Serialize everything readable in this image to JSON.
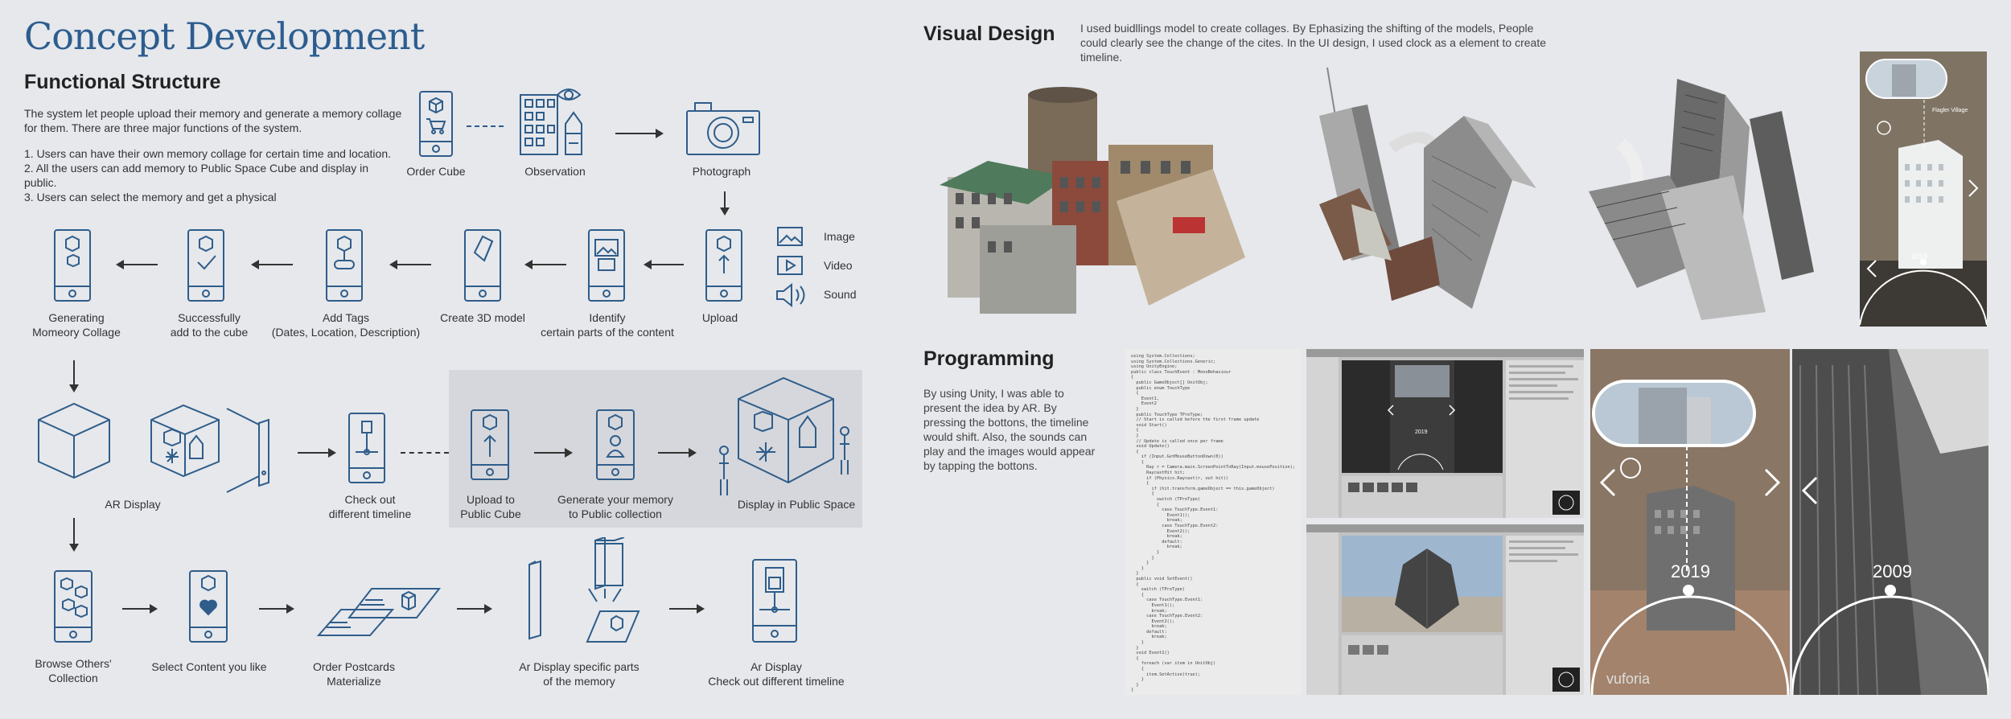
{
  "left": {
    "title": "Concept Development",
    "subtitle": "Functional Structure",
    "intro": "The system let people upload their memory and generate a memory collage for them. There are three major functions of the system.",
    "points": [
      "1. Users can have their own memory collage for certain time and location.",
      "2. All the users can add memory to Public Space Cube and display in public.",
      "3. Users can select the memory and get a physical"
    ],
    "row1": [
      "Order Cube",
      "Observation",
      "Photograph"
    ],
    "legend": [
      "Image",
      "Video",
      "Sound"
    ],
    "row2": [
      [
        "Generating",
        "Momeory Collage"
      ],
      [
        "Successfully",
        "add to the cube"
      ],
      [
        "Add Tags",
        "(Dates, Location, Description)"
      ],
      [
        "Create 3D model"
      ],
      [
        "Identify",
        "certain parts of the content"
      ],
      [
        "Upload"
      ]
    ],
    "row3": [
      [
        "AR Display"
      ],
      [
        "Check out",
        "different timeline"
      ],
      [
        "Upload to",
        "Public Cube"
      ],
      [
        "Generate your memory",
        "to Public collection"
      ],
      [
        "Display in Public Space"
      ]
    ],
    "row4": [
      [
        "Browse Others'",
        "Collection"
      ],
      [
        "Select Content you like"
      ],
      [
        "Order Postcards",
        "Materialize"
      ],
      [
        "Ar Display specific parts",
        "of the memory"
      ],
      [
        "Ar Display",
        "Check out different timeline"
      ]
    ]
  },
  "right": {
    "visual_title": "Visual Design",
    "visual_text": "I used buidllings model to create collages. By Ephasizing the shifting of the models, People could clearly see the change of the cites. In the UI design, I used clock as a element to create timeline.",
    "prog_title": "Programming",
    "prog_text": "By using Unity, I was able to present the idea by AR. By pressing the bottons, the timeline would shift. Also, the sounds can play and the images would appear by tapping the bottons.",
    "year_a": "2019",
    "year_b": "2009",
    "year_c": "2019",
    "watermark": "vuforia",
    "ar_label": "Flagler Village",
    "code_lines": [
      "using System.Collections;",
      "using System.Collections.Generic;",
      "using UnityEngine;",
      "public class TouchEvent : MonoBehaviour",
      "{",
      "  public GameObject[] UnitObj;",
      "  public enum TouchType",
      "  {",
      "    Event1,",
      "    Event2",
      "  }",
      "  public TouchType TPreType;",
      "  // Start is called before the first frame update",
      "  void Start()",
      "  {",
      "  }",
      "  // Update is called once per frame",
      "  void Update()",
      "  {",
      "    if (Input.GetMouseButtonDown(0))",
      "    {",
      "      Ray r = Camera.main.ScreenPointToRay(Input.mousePosition);",
      "      RaycastHit hit;",
      "      if (Physics.Raycast(r, out hit))",
      "      {",
      "        if (hit.transform.gameObject == this.gameObject)",
      "        {",
      "          switch (TPreType)",
      "          {",
      "            case TouchType.Event1:",
      "              Event1();",
      "              break;",
      "            case TouchType.Event2:",
      "              Event2();",
      "              break;",
      "            default:",
      "              break;",
      "          }",
      "        }",
      "      }",
      "    }",
      "  }",
      "  public void SetEvent()",
      "  {",
      "    switch (TPreType)",
      "    {",
      "      case TouchType.Event1:",
      "        Event1();",
      "        break;",
      "      case TouchType.Event2:",
      "        Event2();",
      "        break;",
      "      default:",
      "        break;",
      "    }",
      "  }",
      "  void Event1()",
      "  {",
      "    foreach (var item in UnitObj)",
      "    {",
      "      item.SetActive(true);",
      "    }",
      "  }",
      "}"
    ]
  },
  "colors": {
    "accent": "#2d5d8f",
    "line": "#2f5d8a",
    "bg": "#e6e8ec",
    "panel": "#d5d7dc"
  }
}
